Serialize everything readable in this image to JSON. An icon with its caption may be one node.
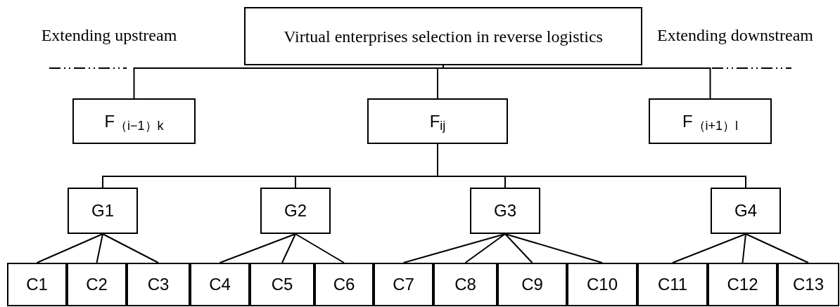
{
  "diagram": {
    "nodes": [
      {
        "text": [
          "Virtual enterprises selection in reverse logistics"
        ]
      },
      {
        "text": [
          "F$_{（i−1）k}$"
        ]
      },
      {
        "text": [
          "F$_{ij}$"
        ]
      },
      {
        "text": [
          "F$_{（i+1）l}$"
        ]
      },
      {
        "text": [
          "G1"
        ]
      },
      {
        "text": [
          "G2"
        ]
      },
      {
        "text": [
          "G3"
        ]
      },
      {
        "text": [
          "G4"
        ]
      },
      {
        "text": [
          "C1"
        ]
      },
      {
        "text": [
          "C2"
        ]
      },
      {
        "text": [
          "C3"
        ]
      },
      {
        "text": [
          "C4"
        ]
      },
      {
        "text": [
          "C5"
        ]
      },
      {
        "text": [
          "C6"
        ]
      },
      {
        "text": [
          "C7"
        ]
      },
      {
        "text": [
          "C8"
        ]
      },
      {
        "text": [
          "C9"
        ]
      },
      {
        "text": [
          "C10"
        ]
      },
      {
        "text": [
          "C11"
        ]
      },
      {
        "text": [
          "C12"
        ]
      },
      {
        "text": [
          "C13"
        ]
      }
    ],
    "edges": [
      {
        "from": 0,
        "to": 1,
        "arrow": "none"
      },
      {
        "from": 0,
        "to": 2,
        "arrow": "none"
      },
      {
        "from": 0,
        "to": 3,
        "arrow": "none"
      },
      {
        "from": 2,
        "to": 4,
        "arrow": "none"
      },
      {
        "from": 2,
        "to": 5,
        "arrow": "none"
      },
      {
        "from": 2,
        "to": 6,
        "arrow": "none"
      },
      {
        "from": 2,
        "to": 7,
        "arrow": "none"
      },
      {
        "from": 4,
        "to": 8,
        "arrow": "none"
      },
      {
        "from": 4,
        "to": 9,
        "arrow": "none"
      },
      {
        "from": 4,
        "to": 10,
        "arrow": "none"
      },
      {
        "from": 5,
        "to": 11,
        "arrow": "none"
      },
      {
        "from": 5,
        "to": 12,
        "arrow": "none"
      },
      {
        "from": 5,
        "to": 13,
        "arrow": "none"
      },
      {
        "from": 6,
        "to": 14,
        "arrow": "none"
      },
      {
        "from": 6,
        "to": 15,
        "arrow": "none"
      },
      {
        "from": 6,
        "to": 16,
        "arrow": "none"
      },
      {
        "from": 6,
        "to": 17,
        "arrow": "none"
      },
      {
        "from": 7,
        "to": 18,
        "arrow": "none"
      },
      {
        "from": 7,
        "to": 19,
        "arrow": "none"
      },
      {
        "from": 7,
        "to": 20,
        "arrow": "none"
      }
    ],
    "labels": [
      "Extending upstream",
      "Extending downstream"
    ]
  }
}
